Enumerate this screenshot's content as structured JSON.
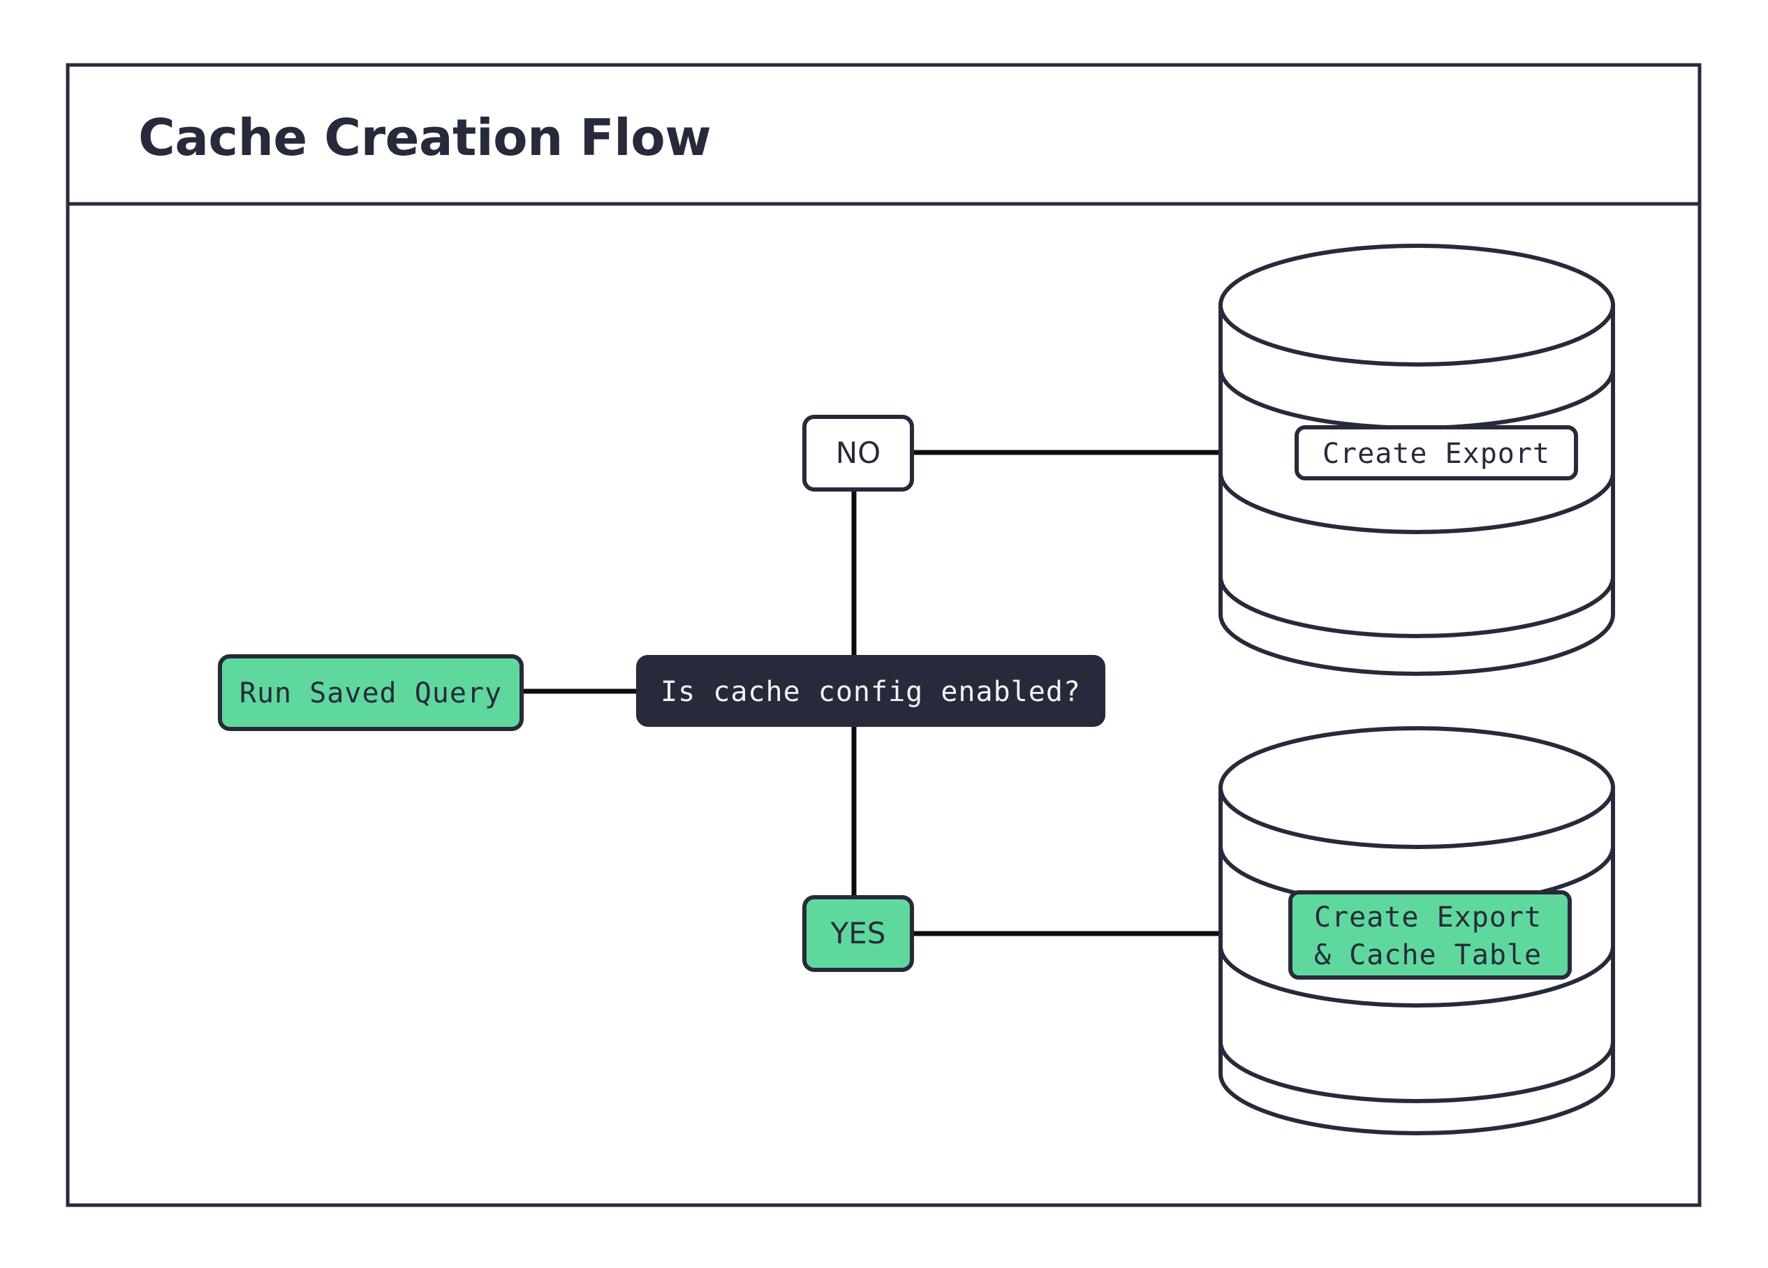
{
  "diagram": {
    "title": "Cache Creation Flow",
    "colors": {
      "accent_green": "#5FD89E",
      "dark_node": "#272A3A",
      "stroke": "#272A3A",
      "edge": "#0B0C10",
      "background": "#FFFFFF",
      "text_on_dark": "#F2F3F7"
    },
    "nodes": {
      "start": {
        "id": "run-saved-query",
        "label": "Run Saved Query",
        "shape": "rounded-rect",
        "fill": "green"
      },
      "decision": {
        "id": "is-cache-config-enabled",
        "label": "Is cache config enabled?",
        "shape": "rounded-rect",
        "fill": "dark"
      },
      "branch_no": {
        "id": "branch-no",
        "label": "NO",
        "shape": "rounded-rect",
        "fill": "white"
      },
      "branch_yes": {
        "id": "branch-yes",
        "label": "YES",
        "shape": "rounded-rect",
        "fill": "green"
      },
      "db_export": {
        "id": "create-export-db",
        "label": "Create Export",
        "shape": "cylinder",
        "fill": "white"
      },
      "db_export_cache": {
        "id": "create-export-cache-table-db",
        "label_line1": "Create Export",
        "label_line2": "& Cache Table",
        "shape": "cylinder",
        "fill": "green"
      }
    },
    "edges": [
      {
        "from": "run-saved-query",
        "to": "is-cache-config-enabled",
        "label": ""
      },
      {
        "from": "is-cache-config-enabled",
        "to": "branch-no",
        "label": ""
      },
      {
        "from": "is-cache-config-enabled",
        "to": "branch-yes",
        "label": ""
      },
      {
        "from": "branch-no",
        "to": "create-export-db",
        "label": ""
      },
      {
        "from": "branch-yes",
        "to": "create-export-cache-table-db",
        "label": ""
      }
    ]
  }
}
